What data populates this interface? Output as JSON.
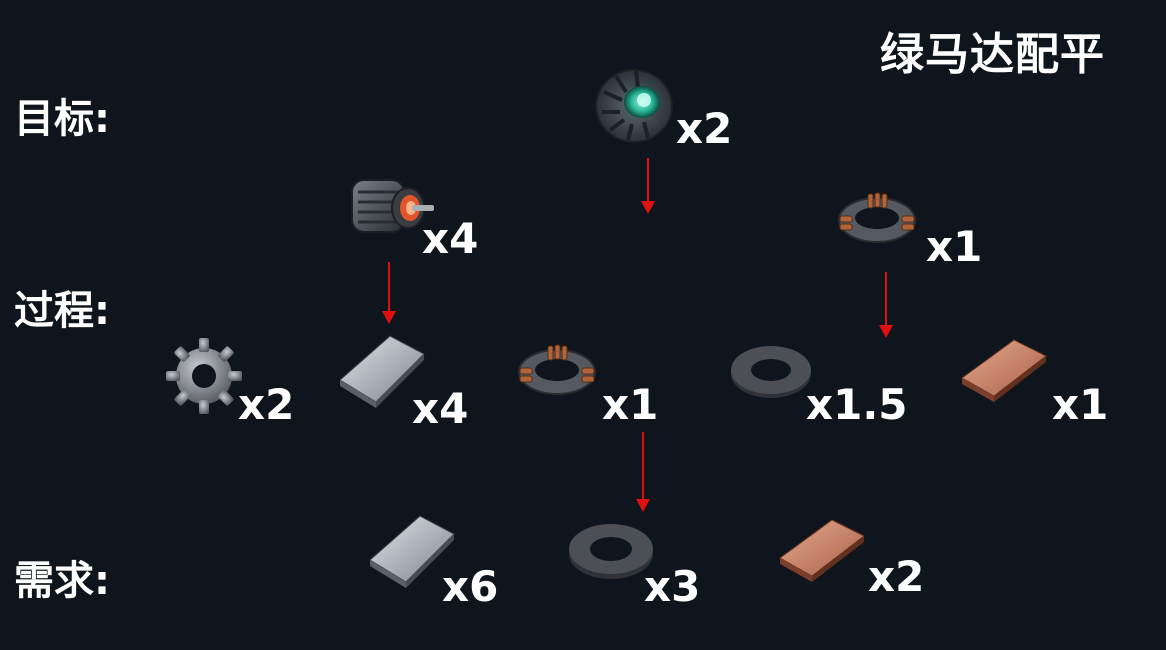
{
  "title": "绿马达配平",
  "labels": {
    "target": "目标:",
    "process": "过程:",
    "demand": "需求:"
  },
  "target": {
    "item_icon": "green-motor-icon",
    "qty": "x2"
  },
  "process_top": [
    {
      "icon": "motor-icon",
      "qty": "x4"
    },
    {
      "icon": "coil-icon",
      "qty": "x1"
    }
  ],
  "process_bottom": [
    {
      "icon": "gear-icon",
      "qty": "x2"
    },
    {
      "icon": "steel-plate-icon",
      "qty": "x4"
    },
    {
      "icon": "coil-icon",
      "qty": "x1"
    },
    {
      "icon": "magnet-ring-icon",
      "qty": "x1.5"
    },
    {
      "icon": "copper-plate-icon",
      "qty": "x1"
    }
  ],
  "demand": [
    {
      "icon": "steel-plate-icon",
      "qty": "x6"
    },
    {
      "icon": "magnet-ring-icon",
      "qty": "x3"
    },
    {
      "icon": "copper-plate-icon",
      "qty": "x2"
    }
  ],
  "colors": {
    "background": "#0f151c",
    "arrow": "#e01010",
    "text": "#ffffff"
  }
}
